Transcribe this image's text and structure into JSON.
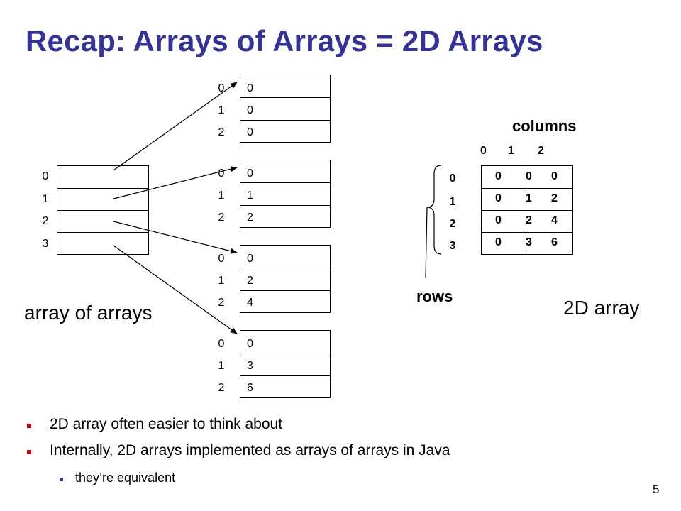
{
  "title": "Recap: Arrays of Arrays = 2D Arrays",
  "outer_indices": [
    "0",
    "1",
    "2",
    "3"
  ],
  "inner_arrays": [
    {
      "indices": [
        "0",
        "1",
        "2"
      ],
      "values": [
        "0",
        "0",
        "0"
      ]
    },
    {
      "indices": [
        "0",
        "1",
        "2"
      ],
      "values": [
        "0",
        "1",
        "2"
      ]
    },
    {
      "indices": [
        "0",
        "1",
        "2"
      ],
      "values": [
        "0",
        "2",
        "4"
      ]
    },
    {
      "indices": [
        "0",
        "1",
        "2"
      ],
      "values": [
        "0",
        "3",
        "6"
      ]
    }
  ],
  "label_array_of_arrays": "array of arrays",
  "grid": {
    "columns_label": "columns",
    "column_indices": [
      "0",
      "1",
      "2"
    ],
    "row_indices": [
      "0",
      "1",
      "2",
      "3"
    ],
    "rows_label": "rows",
    "cells": [
      [
        "0",
        "0",
        "0"
      ],
      [
        "0",
        "1",
        "2"
      ],
      [
        "0",
        "2",
        "4"
      ],
      [
        "0",
        "3",
        "6"
      ]
    ]
  },
  "label_2d_array": "2D array",
  "bullets": [
    "2D array often easier to think about",
    "Internally, 2D arrays implemented as arrays of arrays in Java"
  ],
  "sub_bullet": "they’re equivalent",
  "page_number": "5",
  "colors": {
    "title": "#333399",
    "bullet": "#cc0000",
    "sub_bullet": "#333399"
  }
}
